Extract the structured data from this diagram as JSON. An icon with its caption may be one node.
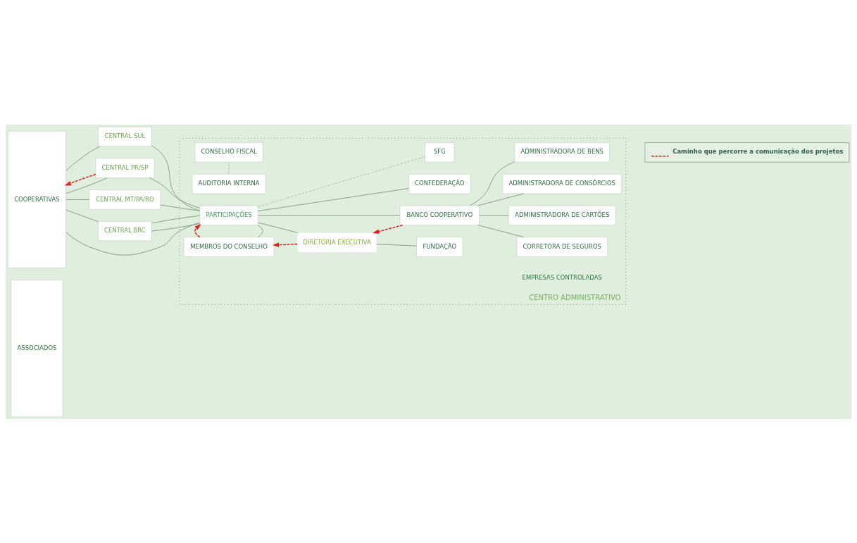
{
  "diagram": {
    "nodes": [
      {
        "text": [
          "ASSOCIADOS"
        ]
      },
      {
        "text": [
          "COOPERATIVAS"
        ]
      },
      {
        "text": [
          "CENTRAL SUL"
        ]
      },
      {
        "text": [
          "CENTRAL PR/SP"
        ]
      },
      {
        "text": [
          "CENTRAL MT/PA/RO"
        ]
      },
      {
        "text": [
          "CENTRAL BRC"
        ]
      },
      {
        "text": [
          "CENTRO ADMINISTRATIVO"
        ]
      },
      {
        "text": [
          "AUDITORIA INTERNA"
        ],
        "in": 6
      },
      {
        "text": [
          "MEMBROS DO CONSELHO"
        ],
        "in": 6
      },
      {
        "text": [
          "PARTICIPAÇÕES"
        ],
        "in": 6
      },
      {
        "text": [
          "DIRETORIA EXECUTIVA"
        ],
        "in": 6
      },
      {
        "text": [
          "CONSELHO FISCAL"
        ],
        "in": 6
      },
      {
        "text": [
          "BANCO COOPERATIVO"
        ],
        "in": 6
      },
      {
        "text": [
          "CONFEDERAÇÃO"
        ],
        "in": 6
      },
      {
        "text": [
          "FUNDAÇÃO"
        ],
        "in": 6
      },
      {
        "text": [
          "SFG"
        ],
        "in": 6
      },
      {
        "text": [
          "CORRETORA DE SEGUROS"
        ],
        "in": 6
      },
      {
        "text": [
          "ADMINISTRADORA DE CARTÕES"
        ],
        "in": 6
      },
      {
        "text": [
          "ADMINISTRADORA DE CONSÓRCIOS"
        ],
        "in": 6
      },
      {
        "text": [
          "ADMINISTRADORA DE BENS"
        ],
        "in": 6
      }
    ],
    "edges": [
      {
        "from": 1,
        "to": 2,
        "arrow": "none"
      },
      {
        "from": 1,
        "to": 3,
        "arrow": "none"
      },
      {
        "from": 1,
        "to": 4,
        "arrow": "none"
      },
      {
        "from": 1,
        "to": 5,
        "arrow": "none"
      },
      {
        "from": 2,
        "to": 9,
        "arrow": "none"
      },
      {
        "from": 3,
        "to": 9,
        "arrow": "none"
      },
      {
        "from": 4,
        "to": 9,
        "arrow": "none"
      },
      {
        "from": 5,
        "to": 9,
        "arrow": "none"
      },
      {
        "from": 1,
        "to": 9,
        "arrow": "none"
      },
      {
        "from": 5,
        "to": 9,
        "arrow": "none"
      },
      {
        "from": 7,
        "to": 11,
        "arrow": "none",
        "style": "dashed",
        "color": "#b0b8b0"
      },
      {
        "from": 8,
        "to": 9,
        "arrow": "none"
      },
      {
        "from": 9,
        "to": 10,
        "arrow": "none"
      },
      {
        "from": 9,
        "to": 12,
        "arrow": "none"
      },
      {
        "from": 9,
        "to": 13,
        "arrow": "none"
      },
      {
        "from": 10,
        "to": 14,
        "arrow": "none"
      },
      {
        "from": 9,
        "to": 15,
        "arrow": "none",
        "style": "dashed",
        "color": "#b0b8b0"
      },
      {
        "from": 12,
        "to": 16,
        "arrow": "none"
      },
      {
        "from": 12,
        "to": 17,
        "arrow": "none"
      },
      {
        "from": 12,
        "to": 18,
        "arrow": "none"
      },
      {
        "from": 12,
        "to": 19,
        "arrow": "none"
      },
      {
        "from": 12,
        "to": 10,
        "arrow": "to",
        "style": "dashed",
        "color": "#e02020"
      },
      {
        "from": 10,
        "to": 8,
        "arrow": "to",
        "style": "dashed",
        "color": "#e02020"
      },
      {
        "from": 8,
        "to": 9,
        "arrow": "to",
        "style": "dashed",
        "color": "#e02020"
      },
      {
        "from": 3,
        "to": 1,
        "arrow": "to",
        "style": "dashed",
        "color": "#e02020"
      }
    ],
    "labels": [
      "EMPRESAS CONTROLADAS"
    ],
    "legend": [
      {
        "text": "Caminho que percorre a comunicação dos projetos"
      }
    ]
  }
}
